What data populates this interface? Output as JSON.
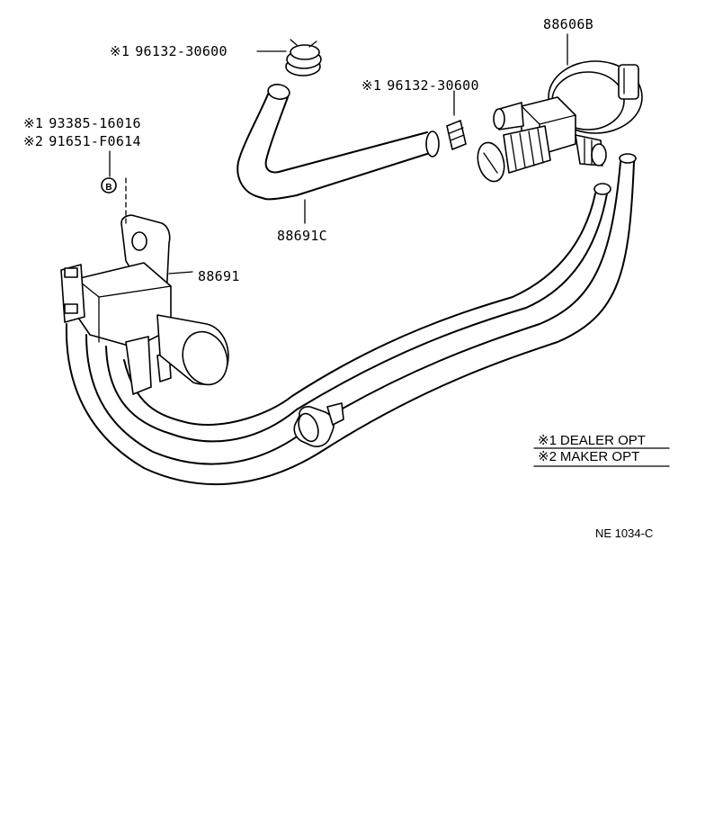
{
  "labels": {
    "clamp_top": {
      "mark": "※1",
      "part": "96132-30600"
    },
    "clamp_right": {
      "mark": "※1",
      "part": "96132-30600"
    },
    "bolt_line1": {
      "mark": "※1",
      "part": "93385-16016"
    },
    "bolt_line2": {
      "mark": "※2",
      "part": "91651-F0614"
    },
    "bolt_marker": "B",
    "modulator": "88606B",
    "hose_upper": "88691C",
    "vsv": "88691"
  },
  "legend": {
    "row1": {
      "mark": "※1",
      "text": "DEALER OPT"
    },
    "row2": {
      "mark": "※2",
      "text": "MAKER OPT"
    }
  },
  "figure_code": "NE 1034-C"
}
